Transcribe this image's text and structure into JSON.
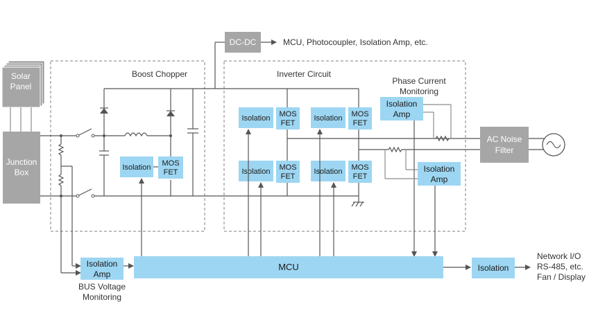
{
  "blocks": {
    "solar_panel": [
      "Solar",
      "Panel"
    ],
    "junction_box": [
      "Junction",
      "Box"
    ],
    "dc_dc": "DC-DC",
    "dc_dc_out": "MCU, Photocoupler, Isolation Amp, etc.",
    "boost_title": "Boost Chopper",
    "inverter_title": "Inverter Circuit",
    "phase_title": [
      "Phase Current",
      "Monitoring"
    ],
    "isolation": "Isolation",
    "mos_fet": [
      "MOS",
      "FET"
    ],
    "isolation_amp": [
      "Isolation",
      "Amp"
    ],
    "ac_noise_filter": [
      "AC Noise",
      "Filter"
    ],
    "mcu": "MCU",
    "isolation_out": "Isolation",
    "bus_voltage": [
      "BUS Voltage",
      "Monitoring"
    ],
    "network_io": [
      "Network I/O",
      "RS-485, etc.",
      "Fan / Display"
    ]
  },
  "colors": {
    "gray_block": "#a6a6a6",
    "blue_block": "#9dd6f2",
    "wire": "#555555"
  }
}
